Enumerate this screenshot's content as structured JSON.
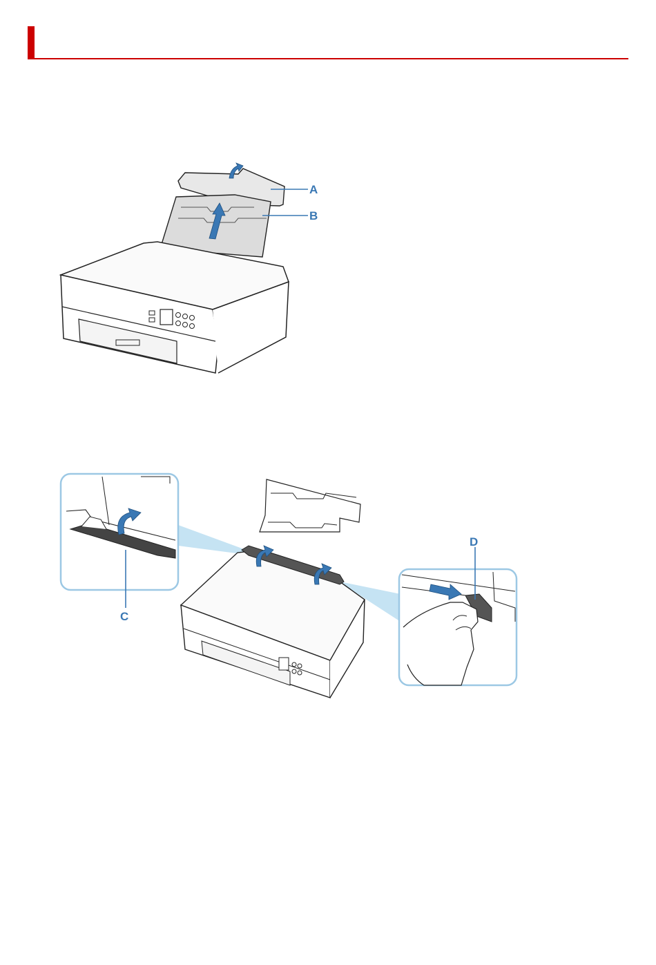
{
  "colors": {
    "accent": "#cc0000",
    "callout": "#3a78b4",
    "arrow": "#3a78b4"
  },
  "figure1": {
    "callouts": {
      "a": "A",
      "b": "B"
    }
  },
  "figure2": {
    "callouts": {
      "c": "C",
      "d": "D"
    }
  }
}
